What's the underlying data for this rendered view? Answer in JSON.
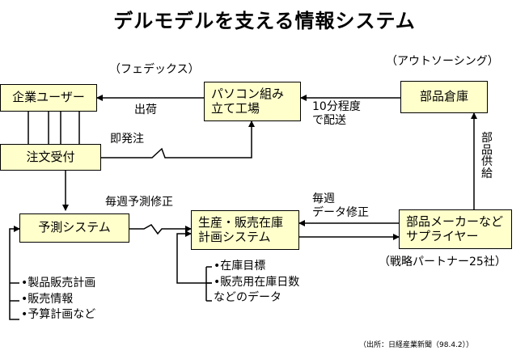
{
  "title": "デルモデルを支える情報システム",
  "boxes": {
    "enterprise_users": "企業ユーザー",
    "order_receipt": "注文受付",
    "forecast_system": "予測システム",
    "assembly_factory": [
      "パソコン組み",
      "立て工場"
    ],
    "production_planning": [
      "生産・販売在庫",
      "計画システム"
    ],
    "parts_warehouse": "部品倉庫",
    "parts_suppliers": [
      "部品メーカーなど",
      "サプライヤー"
    ]
  },
  "labels": {
    "fedex": "（フェデックス）",
    "outsourcing": "（アウトソーシング）",
    "shipment": "出荷",
    "immediate_order": "即発注",
    "delivery_10min": [
      "10分程度",
      "で配送"
    ],
    "weekly_forecast_revision": "毎週予測修正",
    "weekly_data_revision": [
      "毎週",
      "データ修正"
    ],
    "parts_supply": "部品供給",
    "strategic_partners": "（戦略パートナー25社）"
  },
  "lists": {
    "forecast_inputs": [
      "•製品販売計画",
      "•販売情報",
      "•予算計画など"
    ],
    "planning_outputs": [
      "•在庫目標",
      "•販売用在庫日数",
      "などのデータ"
    ]
  },
  "source": "（出所：日経産業新聞（98.4.2））"
}
